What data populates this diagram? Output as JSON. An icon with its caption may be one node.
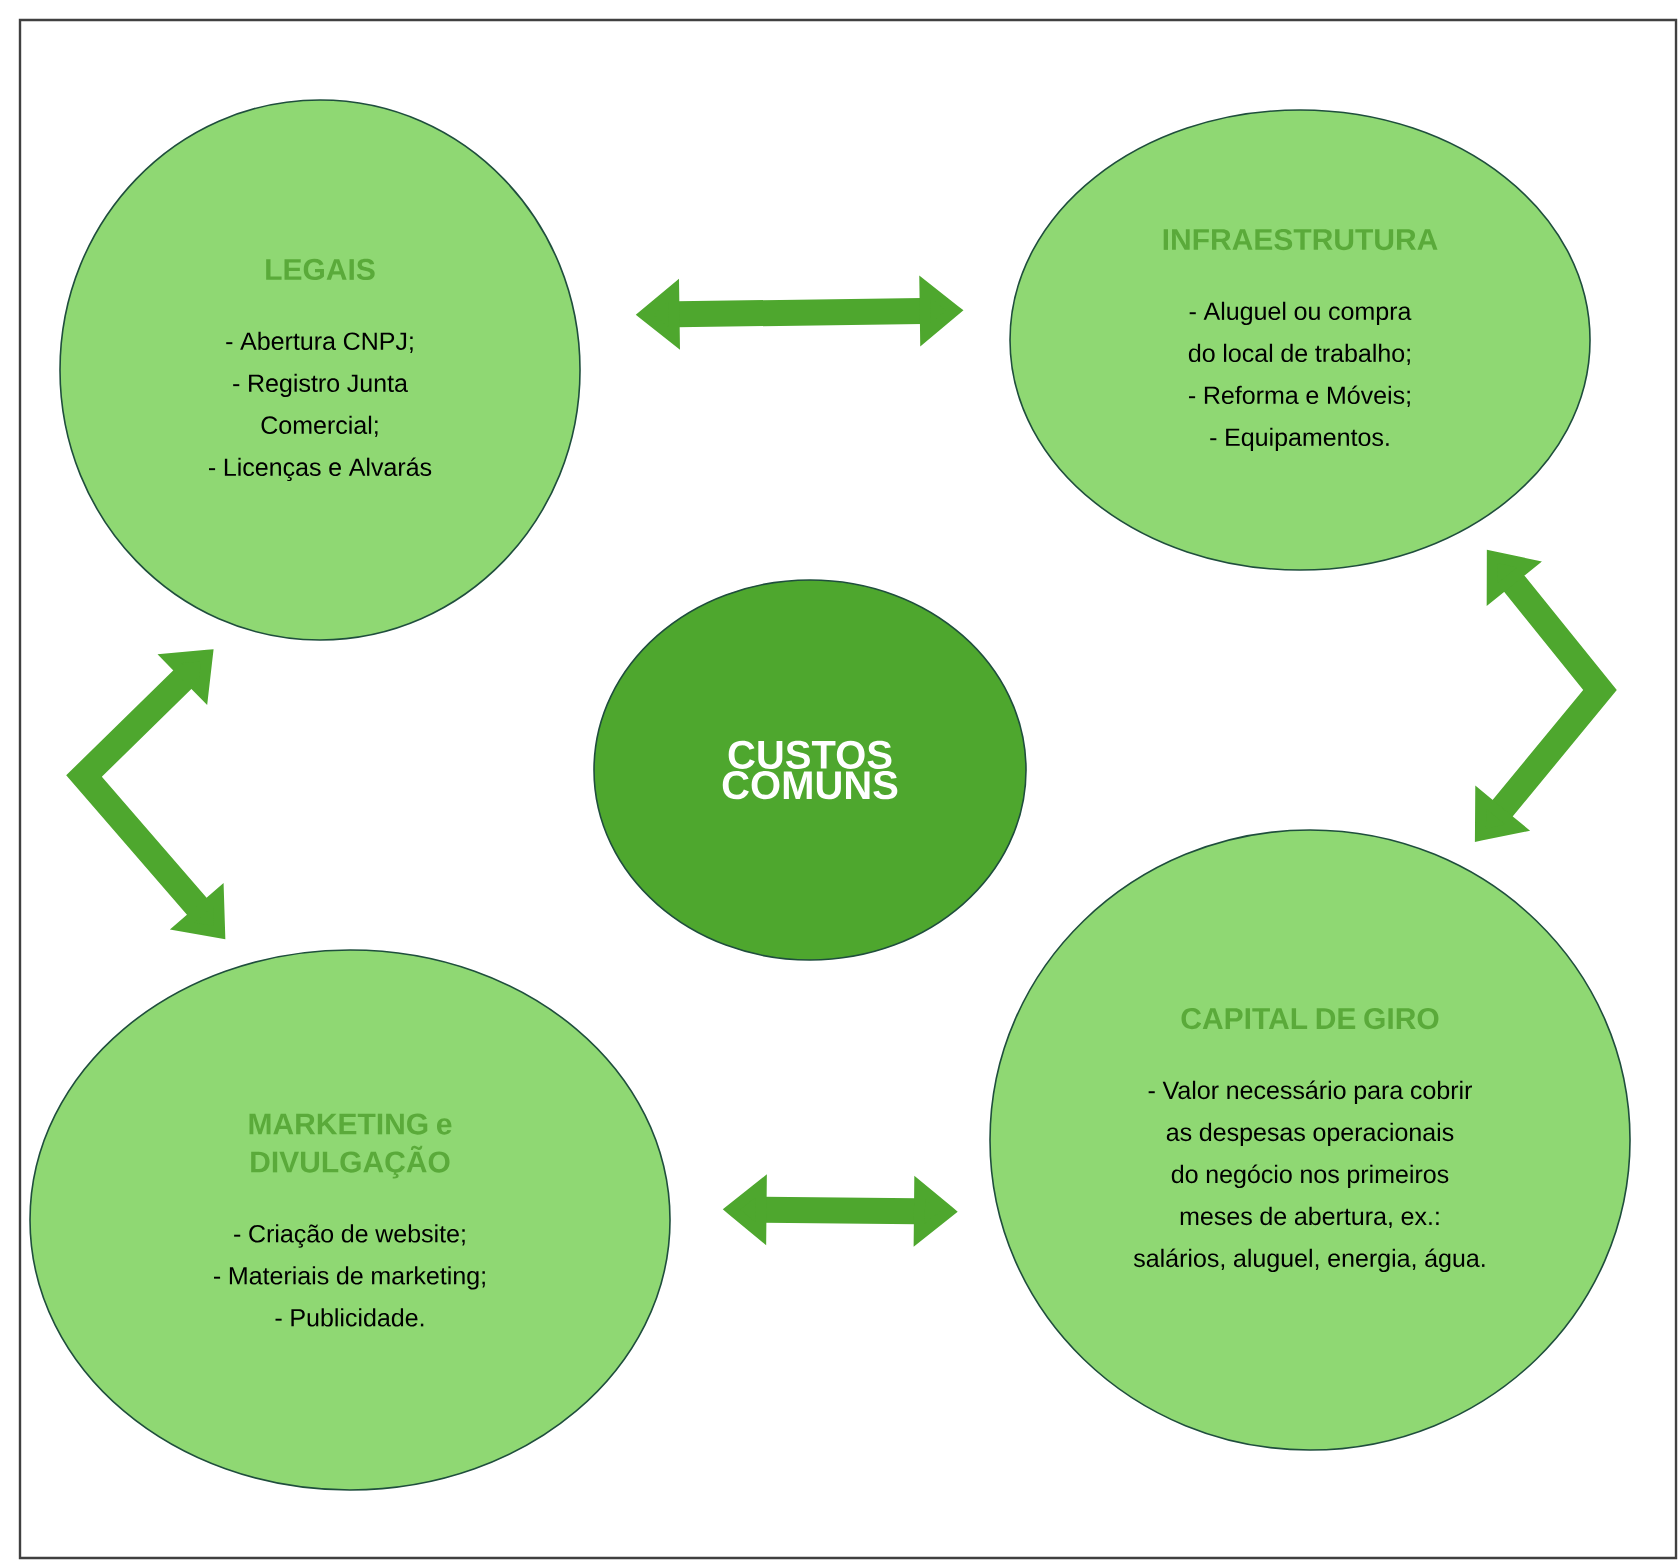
{
  "diagram": {
    "nodes": [
      {
        "text": [
          "LEGAIS",
          "- Abertura CNPJ;",
          "- Registro Junta Comercial;",
          "- Licenças e Alvarás"
        ]
      },
      {
        "text": [
          "INFRAESTRUTURA",
          "- Aluguel ou compra do local de trabalho;",
          "- Reforma e Móveis;",
          "- Equipamentos."
        ]
      },
      {
        "text": [
          "CUSTOS COMUNS"
        ]
      },
      {
        "text": [
          "MARKETING e DIVULGAÇÃO",
          "- Criação de website;",
          "- Materiais de marketing;",
          "- Publicidade."
        ]
      },
      {
        "text": [
          "CAPITAL DE GIRO",
          "- Valor necessário para cobrir as despesas operacionais do negócio nos primeiros meses de abertura, ex.: salários, aluguel, energia, água."
        ]
      }
    ],
    "edges": [
      {
        "from": 0,
        "to": 1,
        "arrow": "both"
      },
      {
        "from": 1,
        "to": 4,
        "arrow": "both"
      },
      {
        "from": 0,
        "to": 3,
        "arrow": "both"
      },
      {
        "from": 3,
        "to": 4,
        "arrow": "both"
      }
    ]
  }
}
